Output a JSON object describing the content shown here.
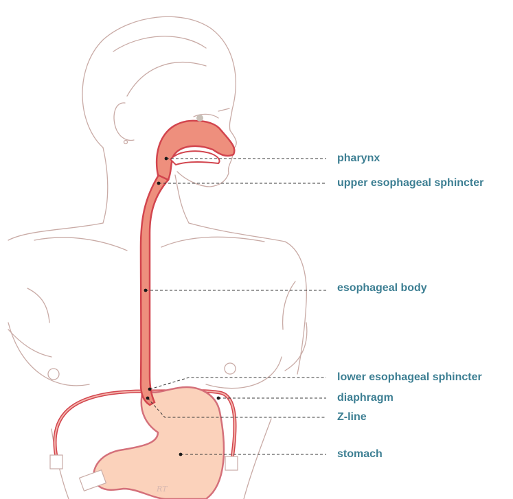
{
  "colors": {
    "label_text": "#3d7f93",
    "esophagus_fill": "#ee8f7d",
    "esophagus_wall": "#d2454e",
    "stomach_fill": "#fbd2bb",
    "stomach_wall": "#d4707a",
    "body_outline": "#c9aba6"
  },
  "labels": [
    {
      "id": "pharynx",
      "text": "pharynx"
    },
    {
      "id": "ues",
      "text": "upper esophageal sphincter"
    },
    {
      "id": "body",
      "text": "esophageal body"
    },
    {
      "id": "les",
      "text": "lower esophageal sphincter"
    },
    {
      "id": "diaphragm",
      "text": "diaphragm"
    },
    {
      "id": "zline",
      "text": "Z-line"
    },
    {
      "id": "stomach",
      "text": "stomach"
    }
  ],
  "signature": "RT"
}
